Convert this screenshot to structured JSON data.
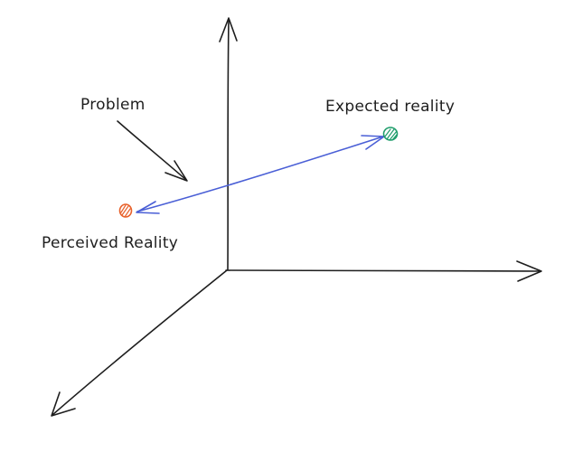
{
  "labels": {
    "problem": "Problem",
    "expected": "Expected reality",
    "perceived": "Perceived Reality"
  },
  "colors": {
    "ink": "#1e1e1e",
    "arrow": "#4a5fd6",
    "expected_dot": "#1f9d6b",
    "perceived_dot": "#e8622c",
    "background": "#ffffff"
  }
}
